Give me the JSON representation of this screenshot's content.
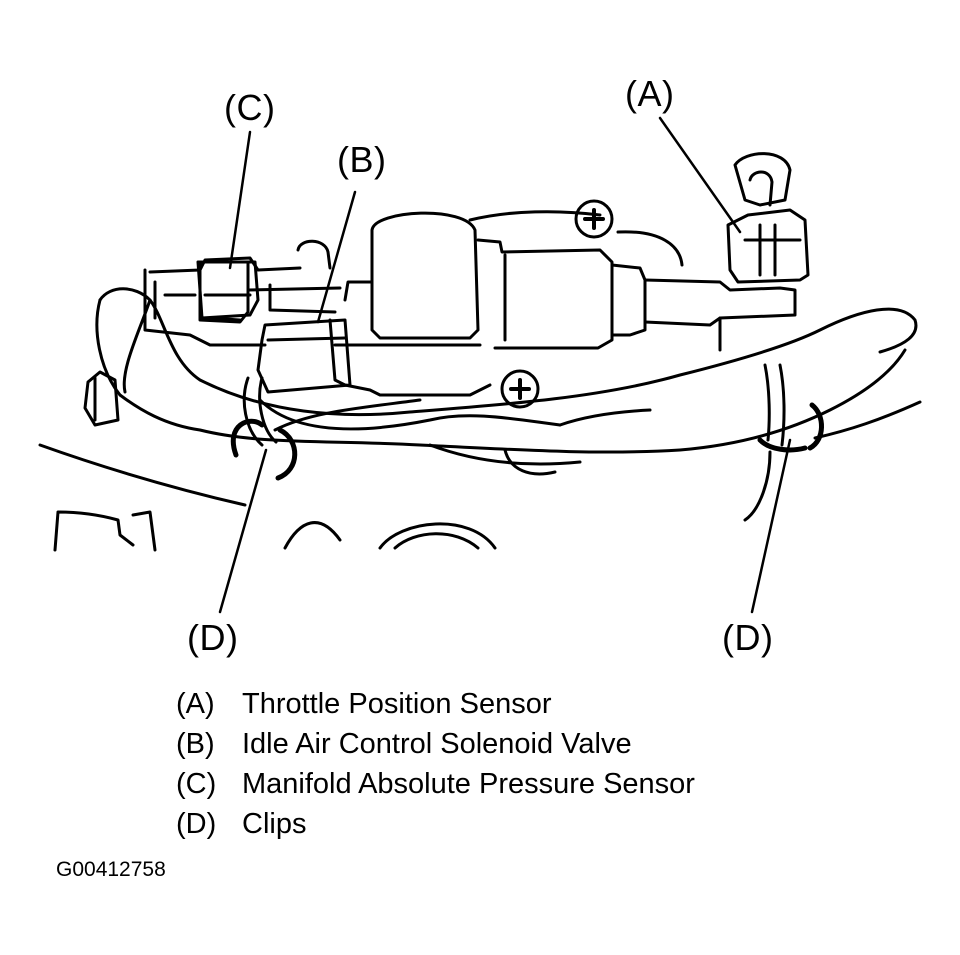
{
  "callouts": {
    "a": "(A)",
    "b": "(B)",
    "c": "(C)",
    "d_left": "(D)",
    "d_right": "(D)"
  },
  "legend": [
    {
      "key": "(A)",
      "text": "Throttle Position Sensor"
    },
    {
      "key": "(B)",
      "text": "Idle Air Control Solenoid Valve"
    },
    {
      "key": "(C)",
      "text": "Manifold Absolute Pressure Sensor"
    },
    {
      "key": "(D)",
      "text": "Clips"
    }
  ],
  "figure_id": "G00412758"
}
